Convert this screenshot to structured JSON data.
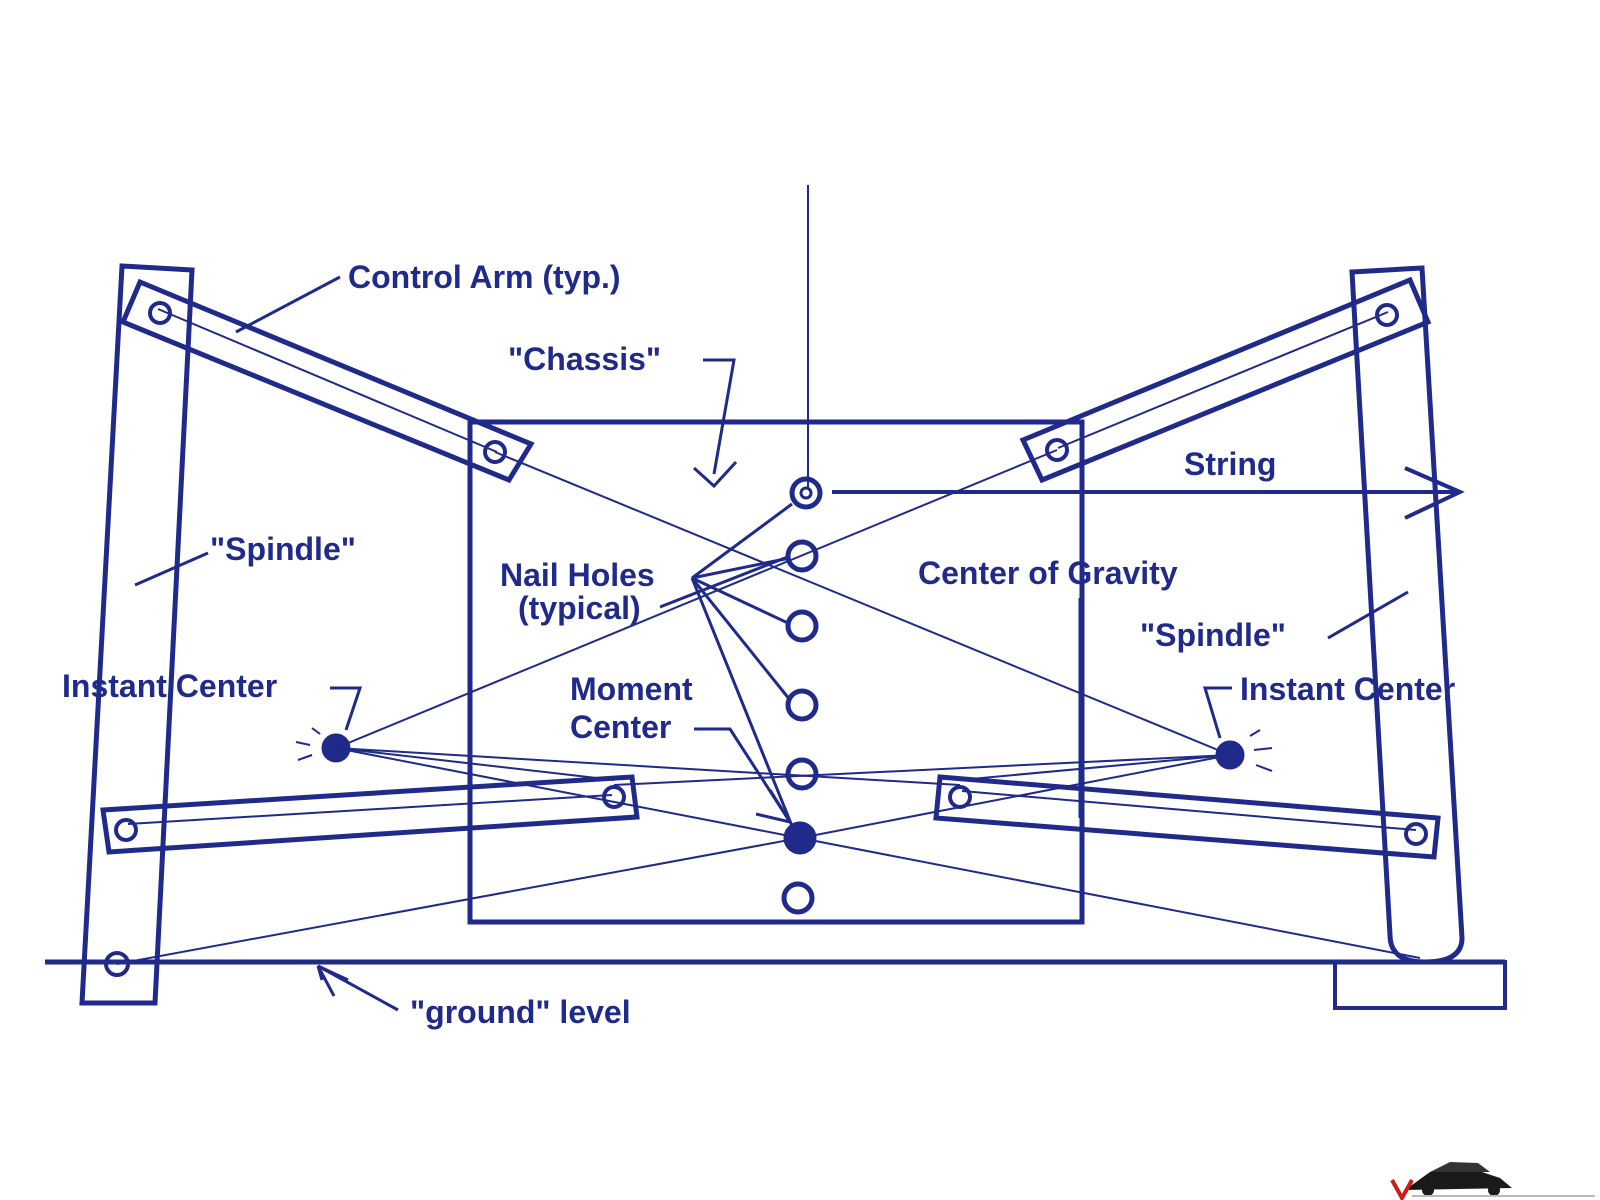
{
  "labels": {
    "control_arm": "Control Arm (typ.)",
    "chassis": "\"Chassis\"",
    "string": "String",
    "spindle_left": "\"Spindle\"",
    "spindle_right": "\"Spindle\"",
    "nail_holes_line1": "Nail Holes",
    "nail_holes_line2": "(typical)",
    "center_of_gravity": "Center of Gravity",
    "instant_center_left": "Instant Center",
    "instant_center_right": "Instant Center",
    "moment_center_line1": "Moment",
    "moment_center_line2": "Center",
    "ground_level": "\"ground\" level"
  },
  "colors": {
    "ink": "#1f2a8a",
    "background": "#ffffff"
  },
  "watermark": {
    "icon": "car-logo-icon"
  }
}
